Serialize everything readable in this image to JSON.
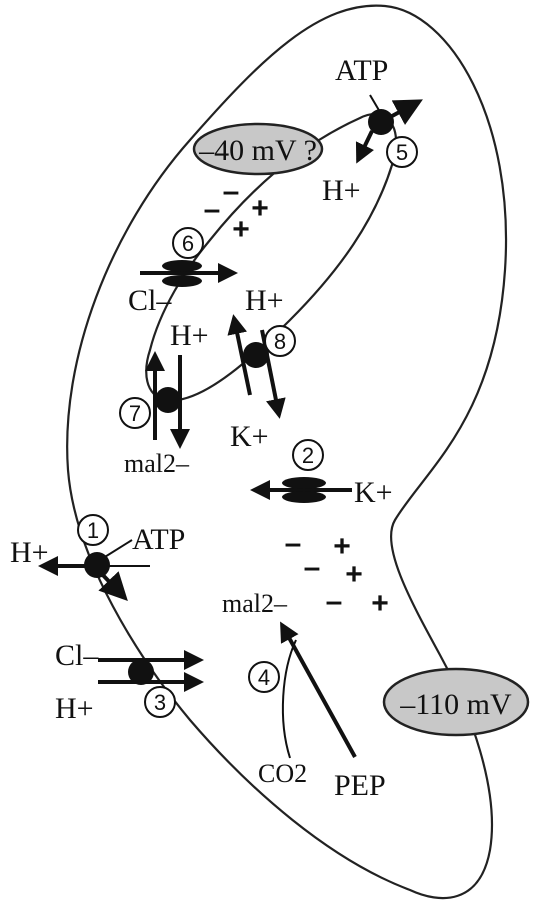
{
  "membrane_potentials": {
    "vacuole": "–40 mV ?",
    "cytoplasm": "–110 mV"
  },
  "transporters": {
    "t1": {
      "number": "1",
      "labels": [
        "H+",
        "ATP"
      ]
    },
    "t2": {
      "number": "2",
      "labels": [
        "K+"
      ]
    },
    "t3": {
      "number": "3",
      "labels": [
        "Cl–",
        "H+"
      ]
    },
    "t4": {
      "number": "4",
      "labels": [
        "mal2–",
        "CO2",
        "PEP"
      ]
    },
    "t5": {
      "number": "5",
      "labels": [
        "ATP",
        "H+"
      ]
    },
    "t6": {
      "number": "6",
      "labels": [
        "Cl–"
      ]
    },
    "t7": {
      "number": "7",
      "labels": [
        "H+",
        "mal2–"
      ]
    },
    "t8": {
      "number": "8",
      "labels": [
        "H+",
        "K+"
      ]
    }
  },
  "charges": {
    "minus": "–",
    "plus": "+"
  }
}
